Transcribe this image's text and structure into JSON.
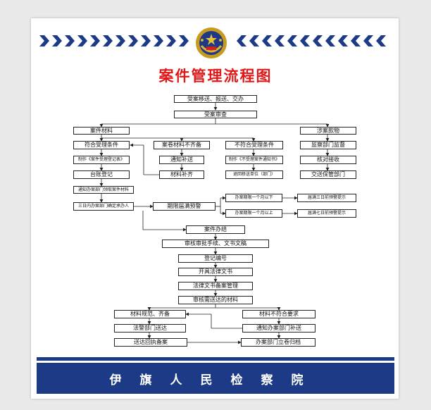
{
  "title": "案件管理流程图",
  "footer": "伊旗人民检察院",
  "colors": {
    "title": "#e01818",
    "banner": "#1c3a85",
    "chevron": "#1c3a85"
  },
  "emblem": {
    "icon": "procuratorate-emblem-icon"
  },
  "nodes": {
    "n1": "受案移送、报送、交办",
    "n2": "受案审查",
    "n3": "案件材料",
    "n4": "涉案款物",
    "n5": "符合受理条件",
    "n6": "案卷材料不齐备",
    "n7": "不符合受理条件",
    "n8": "监察部门监督",
    "n9": "制作《案件受理登记表》",
    "n10": "通知补送",
    "n11": "制作《不受理案件通知书》",
    "n12": "核对接收",
    "n13": "台账登记",
    "n14": "材料补齐",
    "n15": "退回移送单位（部门）",
    "n16": "交送保管部门",
    "n17": "通知办案部门领取案件材料",
    "n18": "三日内办案部门确定承办人",
    "n19": "期限届满预警",
    "n20": "办案期限一个月以下",
    "n21": "届满三日前预警提示",
    "n22": "办案期限一个月以上",
    "n23": "届满七日前预警提示",
    "n24": "案件办结",
    "n25": "审核审批手续、文书文稿",
    "n26": "登记编号",
    "n27": "开具法律文书",
    "n28": "法律文书备案管理",
    "n29": "审核需送达的材料",
    "n30": "材料规范、齐备",
    "n31": "材料不符合要求",
    "n32": "法警部门送达",
    "n33": "通知办案部门补送",
    "n34": "送达回执备案",
    "n35": "办案部门立卷归档"
  }
}
